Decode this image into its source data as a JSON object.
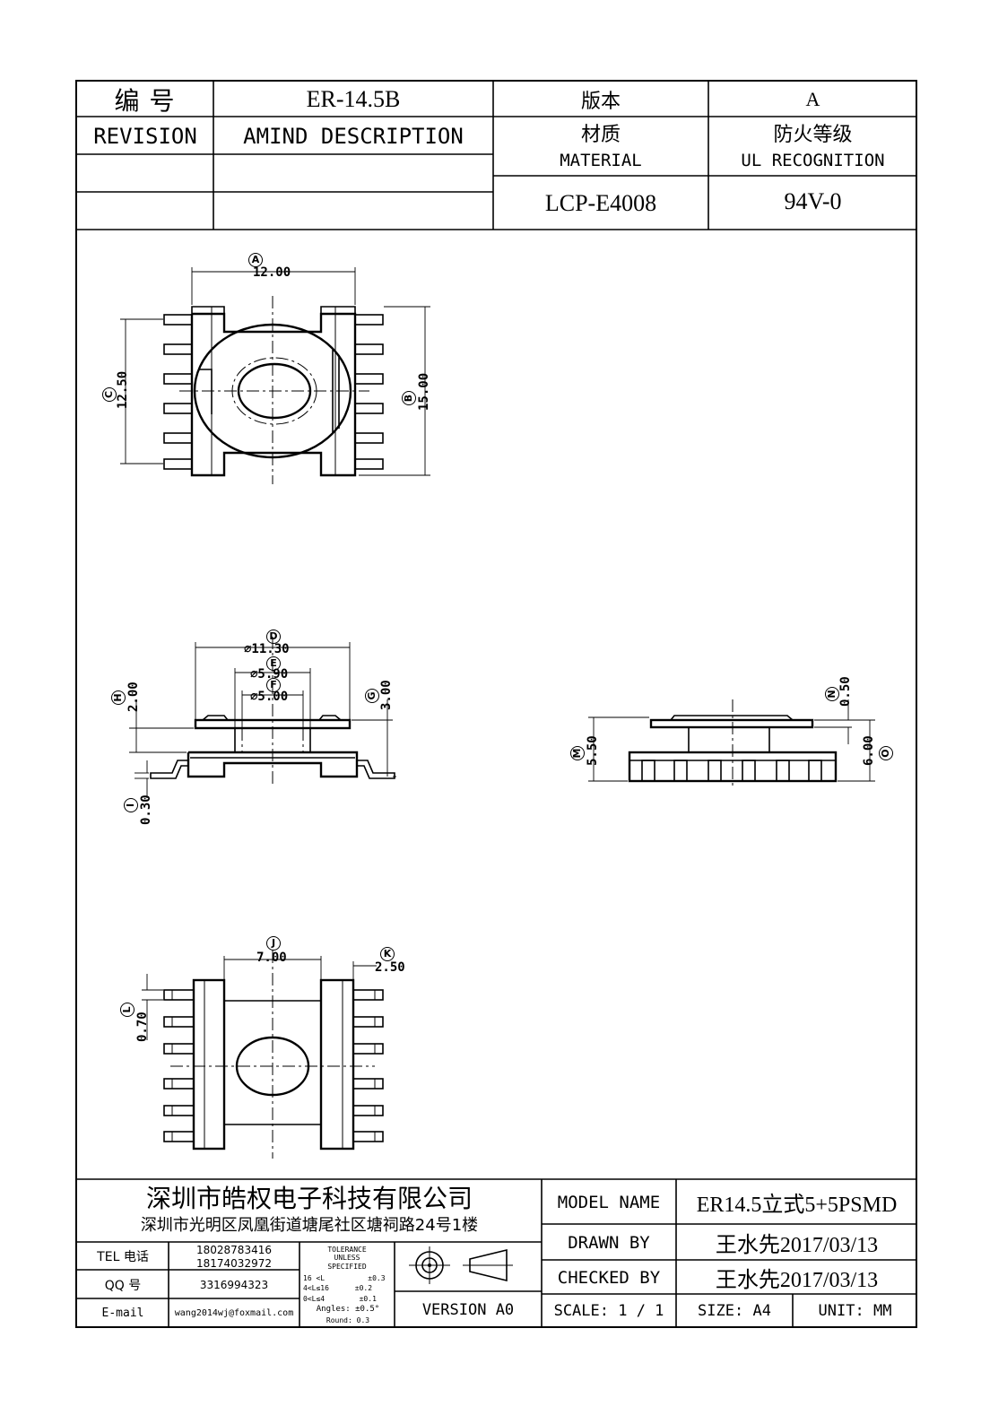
{
  "header": {
    "number_label": "编    号",
    "number_value": "ER-14.5B",
    "version_label": "版本",
    "version_value": "A",
    "revision_label": "REVISION",
    "amind_label": "AMIND DESCRIPTION",
    "material_label_cn": "材质",
    "material_label_en": "MATERIAL",
    "fire_label_cn": "防火等级",
    "fire_label_en": "UL RECOGNITION",
    "material_value": "LCP-E4008",
    "fire_value": "94V-0"
  },
  "dimensions": {
    "a": {
      "badge": "A",
      "value": "12.00"
    },
    "b": {
      "badge": "B",
      "value": "15.00"
    },
    "c": {
      "badge": "C",
      "value": "12.50"
    },
    "d": {
      "badge": "D",
      "value": "⌀11.30"
    },
    "e": {
      "badge": "E",
      "value": "⌀5.90"
    },
    "f": {
      "badge": "F",
      "value": "⌀5.00"
    },
    "g": {
      "badge": "G",
      "value": "3.00"
    },
    "h": {
      "badge": "H",
      "value": "2.00"
    },
    "i": {
      "badge": "I",
      "value": "0.30"
    },
    "n": {
      "badge": "N",
      "value": "0.50"
    },
    "m": {
      "badge": "M",
      "value": "5.50"
    },
    "o": {
      "badge": "O",
      "value": "6.00"
    },
    "j": {
      "badge": "J",
      "value": "7.00"
    },
    "k": {
      "badge": "K",
      "value": "2.50"
    },
    "l": {
      "badge": "L",
      "value": "0.70"
    }
  },
  "footer": {
    "company_name": "深圳市皓权电子科技有限公司",
    "company_address": "深圳市光明区凤凰街道塘尾社区塘祠路24号1楼",
    "tel_label": "TEL 电话",
    "tel_value_1": "18028783416",
    "tel_value_2": "18174032972",
    "qq_label": "QQ   号",
    "qq_value": "3316994323",
    "email_label": "E-mail",
    "email_value": "wang2014wj@foxmail.com",
    "tolerance_title": "TOLERANCE\nUNLESS\nSPECIFIED",
    "tol_1": "16 <L          ±0.3",
    "tol_2": "4<L≤16      ±0.2",
    "tol_3": "0<L≤4        ±0.1",
    "tol_4": "Angles: ±0.5°",
    "tol_5": "Round: 0.3",
    "version_label": "VERSION A0",
    "model_name_label": "MODEL NAME",
    "model_name_value": "ER14.5立式5+5PSMD",
    "drawn_by_label": "DRAWN BY",
    "drawn_by_value": "王水先2017/03/13",
    "checked_by_label": "CHECKED BY",
    "checked_by_value": "王水先2017/03/13",
    "scale_label": "SCALE:  1  /  1",
    "size_label": "SIZE:  A4",
    "unit_label": "UNIT:  MM"
  }
}
